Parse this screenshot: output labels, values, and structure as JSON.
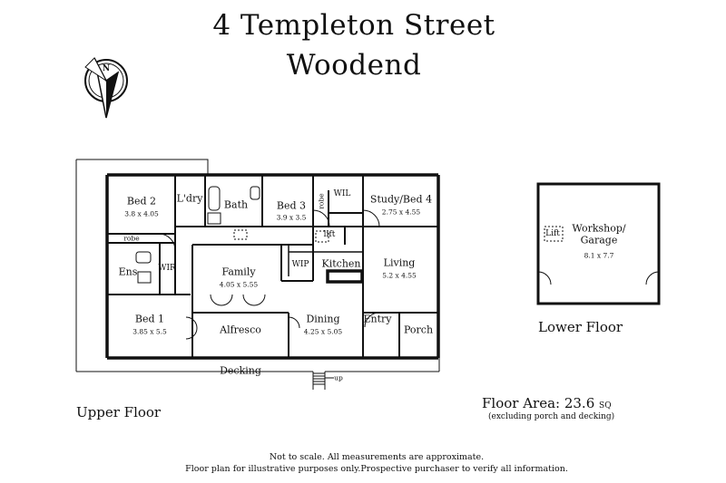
{
  "header": {
    "address_line1": "4 Templeton Street",
    "address_line2": "Woodend"
  },
  "compass": {
    "label": "N"
  },
  "upper_floor": {
    "label": "Upper Floor",
    "rooms": {
      "bed2": {
        "name": "Bed 2",
        "dims": "3.8 x 4.05"
      },
      "laundry": {
        "name": "L'dry"
      },
      "bath": {
        "name": "Bath"
      },
      "bed3": {
        "name": "Bed 3",
        "dims": "3.9 x 3.5"
      },
      "robe_bed3": {
        "name": "robe"
      },
      "wil": {
        "name": "WIL"
      },
      "study": {
        "name": "Study/Bed 4",
        "dims": "2.75 x 4.55"
      },
      "robe_bed2": {
        "name": "robe"
      },
      "lift": {
        "name": "lift"
      },
      "wip": {
        "name": "WIP"
      },
      "kitchen": {
        "name": "Kitchen"
      },
      "living": {
        "name": "Living",
        "dims": "5.2 x 4.55"
      },
      "ensuite": {
        "name": "Ens"
      },
      "wir": {
        "name": "WIR"
      },
      "family": {
        "name": "Family",
        "dims": "4.05 x 5.55"
      },
      "bed1": {
        "name": "Bed 1",
        "dims": "3.85 x 5.5"
      },
      "alfresco": {
        "name": "Alfresco"
      },
      "dining": {
        "name": "Dining",
        "dims": "4.25 x 5.05"
      },
      "entry": {
        "name": "Entry"
      },
      "porch": {
        "name": "Porch"
      },
      "decking": {
        "name": "Decking"
      },
      "stairs": {
        "name": "up"
      }
    }
  },
  "lower_floor": {
    "label": "Lower Floor",
    "rooms": {
      "workshop": {
        "name_line1": "Workshop/",
        "name_line2": "Garage",
        "dims": "8.1 x 7.7"
      },
      "lift": {
        "name": "Lift"
      }
    }
  },
  "floor_area": {
    "label": "Floor Area: 23.6",
    "unit": "SQ",
    "note": "(excluding porch and decking)"
  },
  "disclaimer": {
    "line1": "Not to scale. All measurements are approximate.",
    "line2": "Floor plan for illustrative purposes only.Prospective purchaser to verify all information."
  }
}
